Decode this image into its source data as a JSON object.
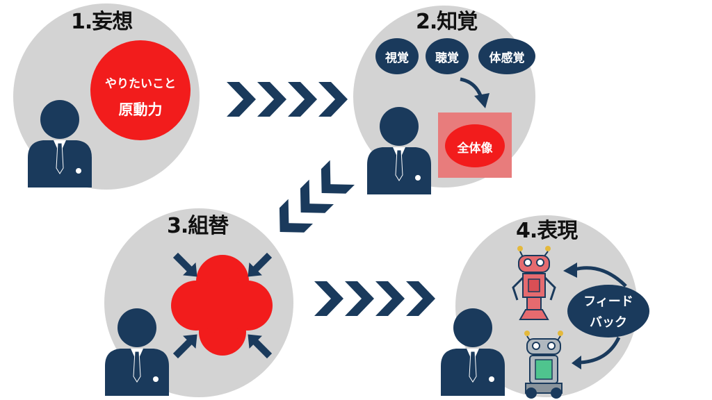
{
  "colors": {
    "circle_bg": "#d3d3d3",
    "navy": "#1a3a5c",
    "red": "#f21c1c",
    "pink_box": "#e87c7c",
    "white": "#ffffff"
  },
  "steps": [
    {
      "title": "1.妄想",
      "bubble_line1": "やりたいこと",
      "bubble_line2": "原動力"
    },
    {
      "title": "2.知覚",
      "senses": [
        "視覚",
        "聴覚",
        "体感覚"
      ],
      "result": "全体像"
    },
    {
      "title": "3.組替"
    },
    {
      "title": "4.表現",
      "feedback_line1": "フィード",
      "feedback_line2": "バック"
    }
  ],
  "icons": [
    "person-icon",
    "chevron-arrow-icon",
    "curved-arrow-icon",
    "merge-blob-icon",
    "robot-icon"
  ]
}
